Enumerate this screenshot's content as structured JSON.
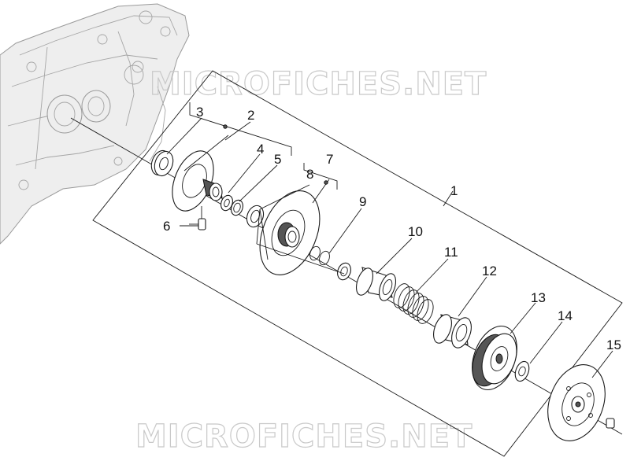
{
  "watermark": {
    "top": "MICROFICHES.NET",
    "bottom": "MICROFICHES.NET"
  },
  "callouts": [
    {
      "id": "1",
      "text": "1"
    },
    {
      "id": "2",
      "text": "2"
    },
    {
      "id": "3",
      "text": "3"
    },
    {
      "id": "4",
      "text": "4"
    },
    {
      "id": "5",
      "text": "5"
    },
    {
      "id": "6",
      "text": "6"
    },
    {
      "id": "7",
      "text": "7"
    },
    {
      "id": "8",
      "text": "8"
    },
    {
      "id": "9",
      "text": "9"
    },
    {
      "id": "10",
      "text": "10"
    },
    {
      "id": "11",
      "text": "11"
    },
    {
      "id": "12",
      "text": "12"
    },
    {
      "id": "13",
      "text": "13"
    },
    {
      "id": "14",
      "text": "14"
    },
    {
      "id": "15",
      "text": "15"
    }
  ]
}
